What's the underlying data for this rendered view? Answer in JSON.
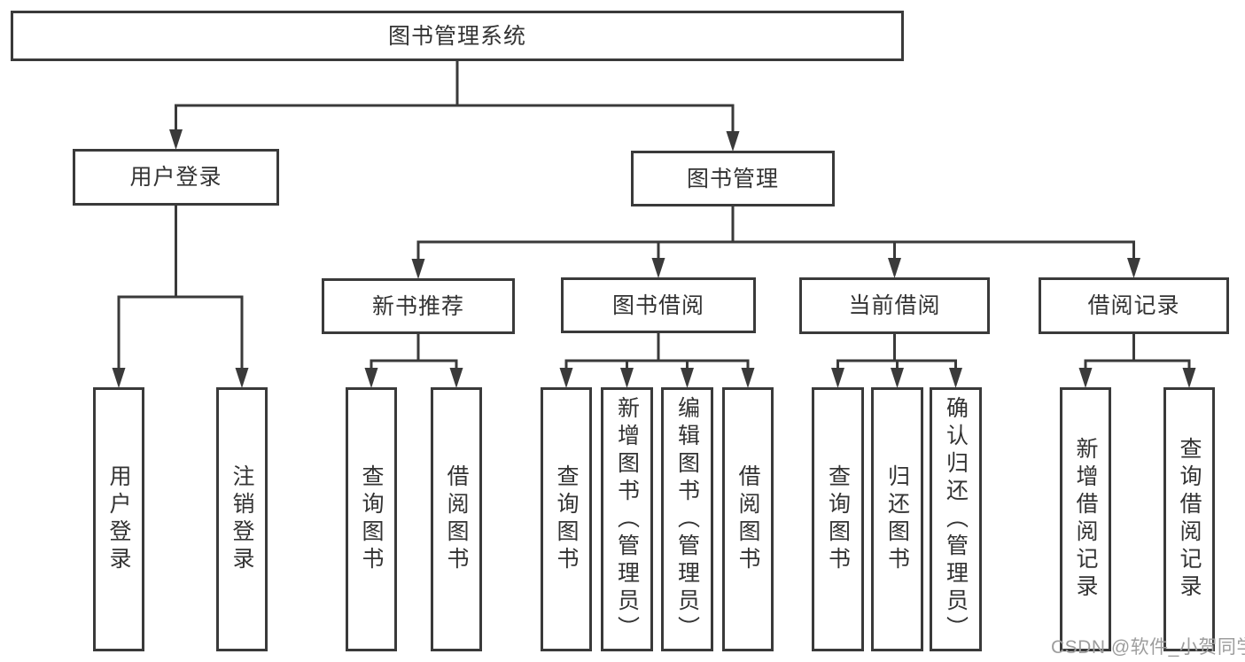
{
  "diagram_title": "图书管理系统",
  "watermark": {
    "text": "CSDN @软件_小贺同学"
  },
  "colors": {
    "line": "#3a3a3a",
    "text": "#333333",
    "background": "#ffffff",
    "watermark": "#9d9d9d"
  },
  "nodes": {
    "root": {
      "label": "图书管理系统",
      "children": [
        "login",
        "mgmt"
      ]
    },
    "login": {
      "label": "用户登录",
      "children": [
        "login-user",
        "login-logout"
      ]
    },
    "mgmt": {
      "label": "图书管理",
      "children": [
        "recommend",
        "borrow",
        "current",
        "records"
      ]
    },
    "recommend": {
      "label": "新书推荐",
      "children": [
        "rec-query",
        "rec-borrow"
      ]
    },
    "borrow": {
      "label": "图书借阅",
      "children": [
        "bor-query",
        "bor-add",
        "bor-edit",
        "bor-borrow"
      ]
    },
    "current": {
      "label": "当前借阅",
      "children": [
        "cur-query",
        "cur-return",
        "cur-confirm"
      ]
    },
    "records": {
      "label": "借阅记录",
      "children": [
        "rec-add",
        "rec-query2"
      ]
    },
    "login-user": {
      "label": "用户登录",
      "children": []
    },
    "login-logout": {
      "label": "注销登录",
      "children": []
    },
    "rec-query": {
      "label": "查询图书",
      "children": []
    },
    "rec-borrow": {
      "label": "借阅图书",
      "children": []
    },
    "bor-query": {
      "label": "查询图书",
      "children": []
    },
    "bor-add": {
      "label": "新增图书（管理员）",
      "children": []
    },
    "bor-edit": {
      "label": "编辑图书（管理员）",
      "children": []
    },
    "bor-borrow": {
      "label": "借阅图书",
      "children": []
    },
    "cur-query": {
      "label": "查询图书",
      "children": []
    },
    "cur-return": {
      "label": "归还图书",
      "children": []
    },
    "cur-confirm": {
      "label": "确认归还（管理员）",
      "children": []
    },
    "rec-add": {
      "label": "新增借阅记录",
      "children": []
    },
    "rec-query2": {
      "label": "查询借阅记录",
      "children": []
    }
  }
}
